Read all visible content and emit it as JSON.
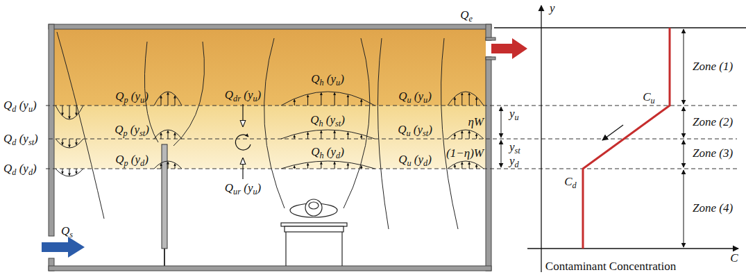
{
  "diagram": {
    "labels": [
      "Qe",
      "Qs",
      "Qd (yu)",
      "Qd (yst)",
      "Qd (yd)",
      "Qp (yu)",
      "Qp (yst)",
      "Qp (yd)",
      "Qdr (yu)",
      "Qur (yu)",
      "Qh (yu)",
      "Qh (yst)",
      "Qh (yd)",
      "Qu (yu)",
      "Qu (yst)",
      "Qu (yd)",
      "ηW",
      "(1−η)W",
      "y",
      "yu",
      "yst",
      "yd",
      "Cu",
      "Cd",
      "Zone (1)",
      "Zone (2)",
      "Zone (3)",
      "Zone (4)",
      "Contaminant Concentration",
      "C"
    ]
  }
}
